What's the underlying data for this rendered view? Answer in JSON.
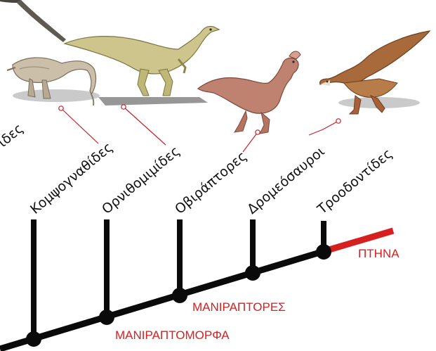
{
  "colors": {
    "tree": "#0a0a0a",
    "accent": "#d62020",
    "leader": "#c8202a",
    "shadow": "#8a8a8a"
  },
  "taxa": [
    {
      "id": "partial",
      "label": "ιδες"
    },
    {
      "id": "compsognathids",
      "label": "Κομψογναθίδες"
    },
    {
      "id": "ornithomimids",
      "label": "Ορνιθομιμίδες"
    },
    {
      "id": "oviraptors",
      "label": "Οβιράπτορες"
    },
    {
      "id": "dromaeosaurs",
      "label": "Δρομεόσαυροι"
    },
    {
      "id": "troodontids",
      "label": "Τροοδοντίδες"
    }
  ],
  "clades": {
    "birds": "ΠΤΗΝΑ",
    "maniraptora": "ΜΑΝΙΡΑΠΤΟΡΕΣ",
    "maniraptoriformes": "ΜΑΝΙΡΑΠΤΟΜΟΡΦΑ"
  },
  "illustrations": [
    {
      "name": "partial-dinosaur-tail-illustration",
      "color": "#5e5a52"
    },
    {
      "name": "compsognathid-illustration",
      "color": "#cbbfa9"
    },
    {
      "name": "ornithomimid-illustration",
      "color": "#cdc58c"
    },
    {
      "name": "oviraptor-illustration",
      "color": "#c08270"
    },
    {
      "name": "dromaeosaur-illustration",
      "color": "#a86a3a"
    }
  ]
}
